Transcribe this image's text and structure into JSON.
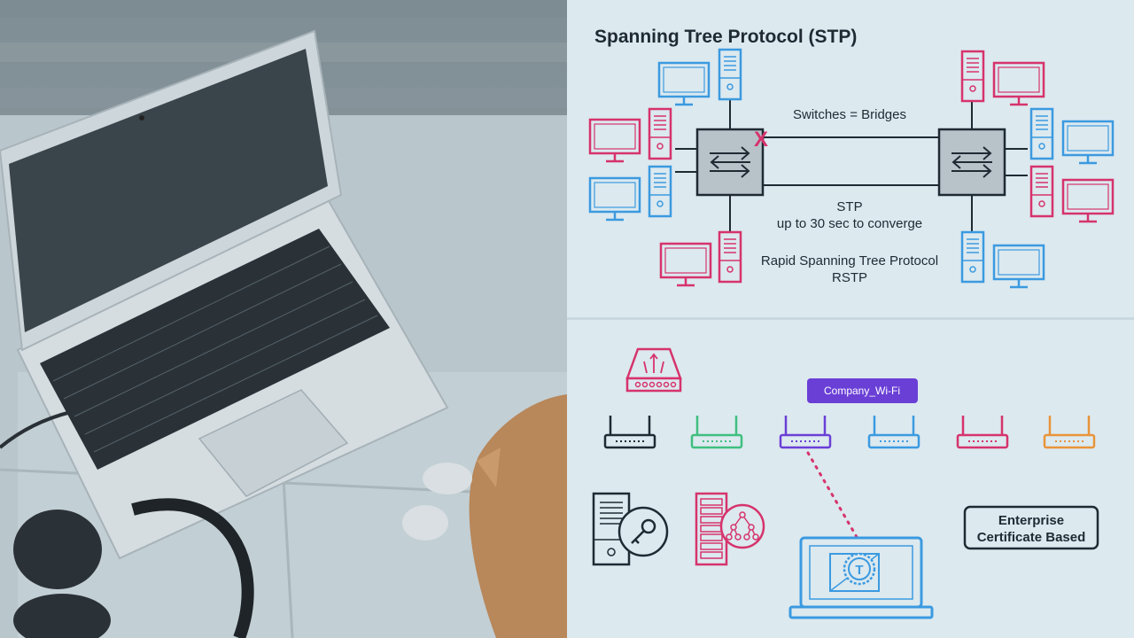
{
  "stp": {
    "title": "Spanning Tree Protocol (STP)",
    "switches_label": "Switches = Bridges",
    "blocked_marker": "X",
    "stp_label": "STP",
    "converge_label": "up to 30 sec to converge",
    "rstp_label": "Rapid Spanning Tree Protocol",
    "rstp_abbr": "RSTP"
  },
  "wifi": {
    "ssid": "Company_Wi-Fi",
    "auth_line1": "Enterprise",
    "auth_line2": "Certificate Based",
    "token_letter": "T"
  },
  "colors": {
    "pink": "#d6336c",
    "blue": "#3b9ae0",
    "dark": "#1f2a33",
    "green": "#3fbf7f",
    "purple": "#6a3fd6",
    "orange": "#e8943a",
    "panel_bg": "#dce9ef",
    "switch_fill": "#b7c3c9"
  },
  "icons": [
    "laptop-photo",
    "monitor-icon",
    "server-tower-icon",
    "switch-icon",
    "router-icon",
    "wireless-access-point-icon",
    "key-server-icon",
    "directory-server-icon",
    "laptop-icon",
    "token-coin-icon"
  ]
}
